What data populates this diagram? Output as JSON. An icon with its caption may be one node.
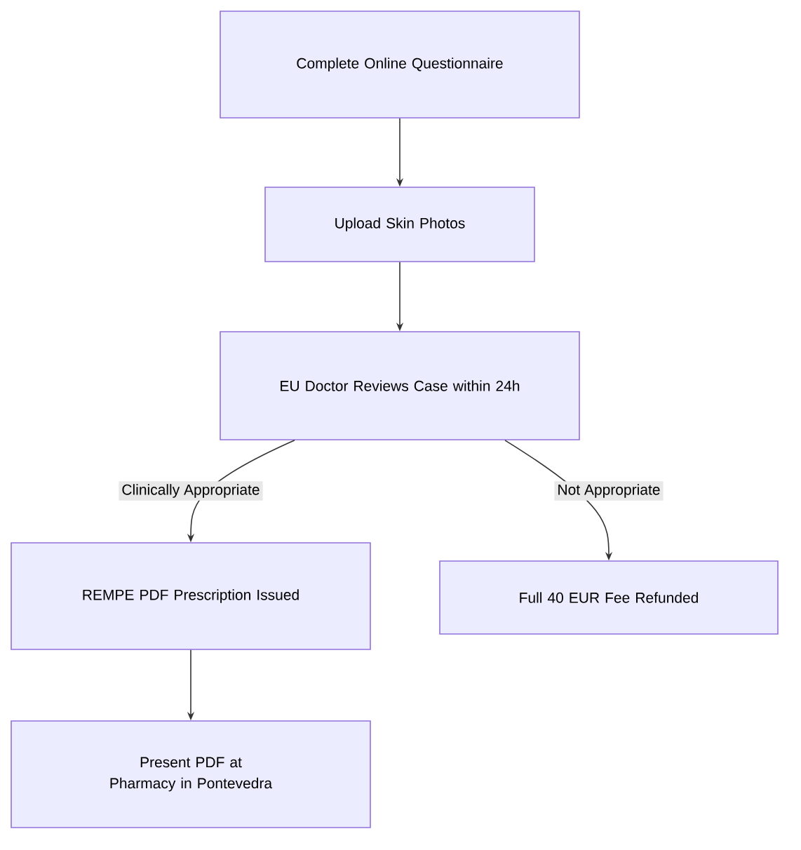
{
  "diagram": {
    "nodes": [
      {
        "text": [
          "Complete Online Questionnaire"
        ]
      },
      {
        "text": [
          "Upload Skin Photos"
        ]
      },
      {
        "text": [
          "EU Doctor Reviews Case within 24h"
        ]
      },
      {
        "text": [
          "REMPE PDF Prescription Issued"
        ]
      },
      {
        "text": [
          "Full 40 EUR Fee Refunded"
        ]
      },
      {
        "text": [
          "Present PDF at Pharmacy in Pontevedra"
        ]
      }
    ],
    "edges": [
      {
        "from": 0,
        "to": 1,
        "arrow": "to"
      },
      {
        "from": 1,
        "to": 2,
        "arrow": "to"
      },
      {
        "from": 2,
        "to": 3,
        "arrow": "to",
        "label": "Clinically Appropriate"
      },
      {
        "from": 2,
        "to": 4,
        "arrow": "to",
        "label": "Not Appropriate"
      },
      {
        "from": 3,
        "to": 5,
        "arrow": "to"
      }
    ]
  }
}
